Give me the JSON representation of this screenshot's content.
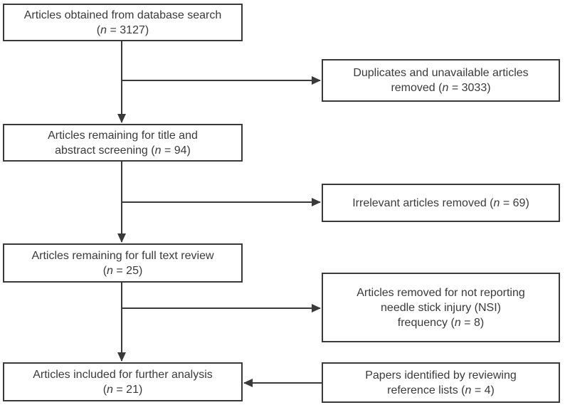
{
  "colors": {
    "line": "#3a3a3a",
    "text": "#3a3a3a",
    "background": "#ffffff"
  },
  "flowchart": {
    "boxes": [
      {
        "id": "database-search",
        "n": 3127,
        "lines": [
          "Articles obtained from database search",
          "(n = 3127)"
        ]
      },
      {
        "id": "duplicates-removed",
        "n": 3033,
        "lines": [
          "Duplicates and unavailable articles",
          "removed (n = 3033)"
        ]
      },
      {
        "id": "title-abstract-screening",
        "n": 94,
        "lines": [
          "Articles remaining for title and",
          "abstract screening (n = 94)"
        ]
      },
      {
        "id": "irrelevant-removed",
        "n": 69,
        "lines": [
          "Irrelevant articles removed (n = 69)"
        ]
      },
      {
        "id": "full-text-review",
        "n": 25,
        "lines": [
          "Articles remaining for full text review",
          "(n = 25)"
        ]
      },
      {
        "id": "nsi-not-reported-removed",
        "n": 8,
        "lines": [
          "Articles removed for not reporting",
          "needle stick injury (NSI)",
          "frequency (n = 8)"
        ]
      },
      {
        "id": "included-for-analysis",
        "n": 21,
        "lines": [
          "Articles included for further analysis",
          "(n = 21)"
        ]
      },
      {
        "id": "reference-list-papers",
        "n": 4,
        "lines": [
          "Papers identified by reviewing",
          "reference lists (n = 4)"
        ]
      }
    ]
  }
}
